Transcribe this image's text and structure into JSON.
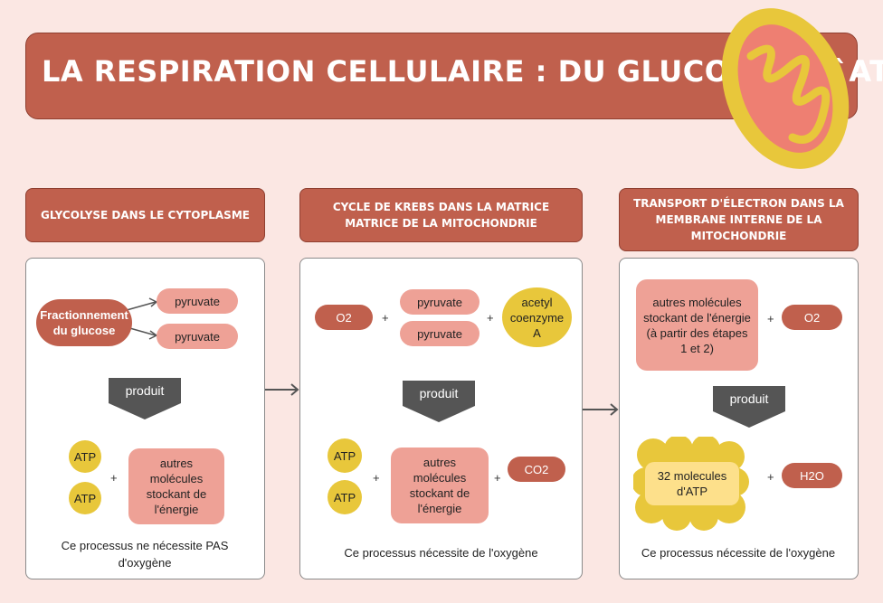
{
  "title": "La respiration cellulaire : du glucose à l`ATP",
  "columns": [
    {
      "header": "Glycolyse dans le cytoplasme",
      "source": "Fractionnement du glucose",
      "products_top": [
        "pyruvate",
        "pyruvate"
      ],
      "produit_label": "produit",
      "outputs": [
        "ATP",
        "ATP"
      ],
      "plus": "+",
      "other_molecules": "autres molécules stockant de l'énergie",
      "note": "Ce processus ne nécessite PAS d'oxygène"
    },
    {
      "header": "Cycle de Krebs dans la matrice matrice de la mitochondrie",
      "inputs": [
        "O2",
        "pyruvate",
        "pyruvate",
        "acetyl coenzyme A"
      ],
      "plus": "+",
      "produit_label": "produit",
      "outputs": [
        "ATP",
        "ATP"
      ],
      "other_molecules": "autres molécules stockant de l'énergie",
      "co2": "CO2",
      "note": "Ce processus nécessite de l'oxygène"
    },
    {
      "header": "Transport d'électron dans la membrane interne de la mitochondrie",
      "other_molecules": "autres molécules stockant de l'énergie (à partir des étapes 1 et 2)",
      "o2": "O2",
      "plus": "+",
      "produit_label": "produit",
      "atp_output": "32 molecules d'ATP",
      "h2o": "H2O",
      "note": "Ce processus nécessite de l'oxygène"
    }
  ],
  "colors": {
    "background": "#fbe7e3",
    "header": "#c0604d",
    "pink": "#eea196",
    "yellow": "#e8c73b",
    "produit": "#555555"
  }
}
